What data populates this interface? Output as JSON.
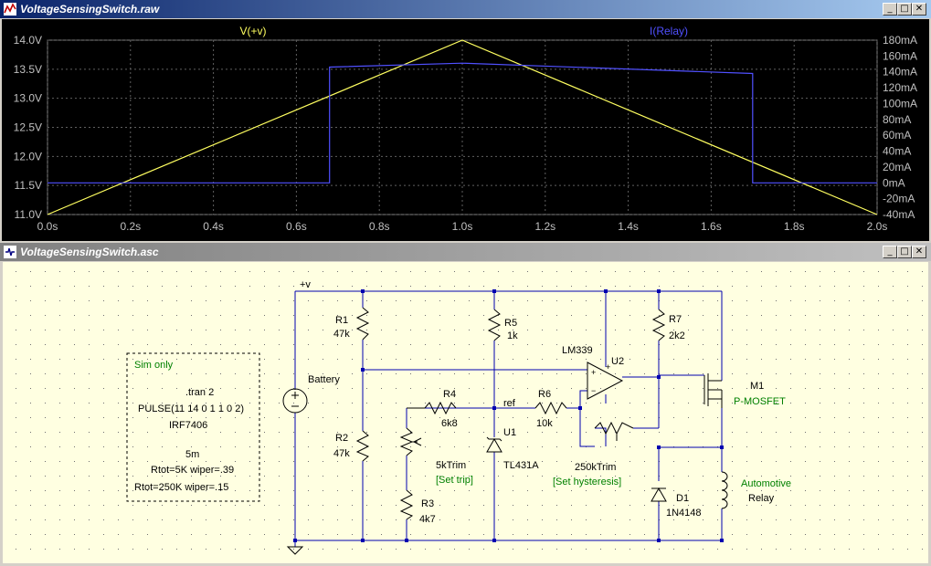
{
  "plot_window": {
    "title": "VoltageSensingSwitch.raw",
    "controls": {
      "minimize": "_",
      "restore": "□",
      "close": "✕"
    }
  },
  "schematic_window": {
    "title": "VoltageSensingSwitch.asc",
    "controls": {
      "minimize": "_",
      "restore": "□",
      "close": "✕"
    }
  },
  "chart_data": {
    "type": "line",
    "grid": true,
    "x_ticks": [
      "0.0s",
      "0.2s",
      "0.4s",
      "0.6s",
      "0.8s",
      "1.0s",
      "1.2s",
      "1.4s",
      "1.6s",
      "1.8s",
      "2.0s"
    ],
    "xlim": [
      0,
      2.0
    ],
    "left_axis": {
      "ticks": [
        "14.0V",
        "13.5V",
        "13.0V",
        "12.5V",
        "12.0V",
        "11.5V",
        "11.0V"
      ],
      "ylim": [
        11.0,
        14.0
      ]
    },
    "right_axis": {
      "ticks": [
        "180mA",
        "160mA",
        "140mA",
        "120mA",
        "100mA",
        "80mA",
        "60mA",
        "40mA",
        "20mA",
        "0mA",
        "-20mA",
        "-40mA"
      ],
      "ylim": [
        -40,
        180
      ]
    },
    "series": [
      {
        "name": "V(+v)",
        "axis": "left",
        "color": "#ffff60",
        "x": [
          0,
          1.0,
          2.0
        ],
        "y": [
          11.0,
          14.0,
          11.0
        ]
      },
      {
        "name": "I(Relay)",
        "axis": "right",
        "color": "#5050ff",
        "x": [
          0,
          0.68,
          0.68,
          1.0,
          1.7,
          1.7,
          2.0
        ],
        "y": [
          0,
          0,
          146,
          151,
          138,
          0,
          0
        ]
      }
    ]
  },
  "schematic": {
    "labels": {
      "vplus": "+v",
      "battery": "Battery",
      "r1": "R1",
      "r1v": "47k",
      "r2": "R2",
      "r2v": "47k",
      "r3": "R3",
      "r3v": "4k7",
      "r4": "R4",
      "r4v": "6k8",
      "r5": "R5",
      "r5v": "1k",
      "r6": "R6",
      "r6v": "10k",
      "r7": "R7",
      "r7v": "2k2",
      "ref": "ref",
      "u1": "U1",
      "u1v": "TL431A",
      "u2": "U2",
      "u2v": "LM339",
      "m1": "M1",
      "m1v": "P-MOSFET",
      "d1": "D1",
      "d1v": "1N4148",
      "relay1": "Automotive",
      "relay2": "Relay",
      "trim5k": "5kTrim",
      "settrip": "[Set trip]",
      "trim250k": "250kTrim",
      "sethyst": "[Set hysteresis]"
    },
    "notes": {
      "title": "Sim only",
      "lines": [
        ".tran 2",
        "PULSE(11 14 0 1 1 0 2)",
        "IRF7406",
        "",
        "5m",
        "Rtot=5K wiper=.39",
        "Rtot=250K wiper=.15"
      ]
    }
  }
}
